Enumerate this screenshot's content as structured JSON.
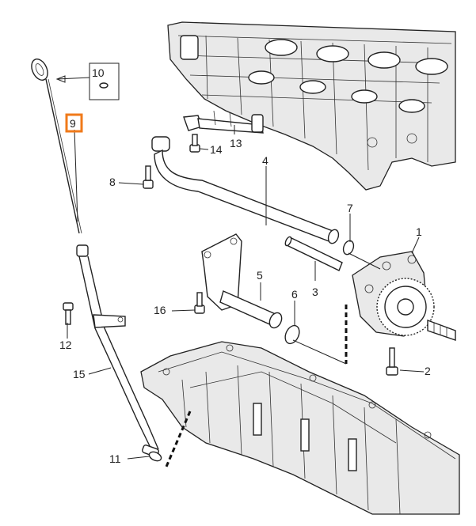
{
  "callouts": {
    "c1": "1",
    "c2": "2",
    "c3": "3",
    "c4": "4",
    "c5": "5",
    "c6": "6",
    "c7": "7",
    "c8": "8",
    "c9": "9",
    "c10": "10",
    "c11": "11",
    "c12": "12",
    "c13": "13",
    "c14": "14",
    "c15": "15",
    "c16": "16"
  },
  "highlight": {
    "callout": "9",
    "color": "#f07a1a"
  }
}
